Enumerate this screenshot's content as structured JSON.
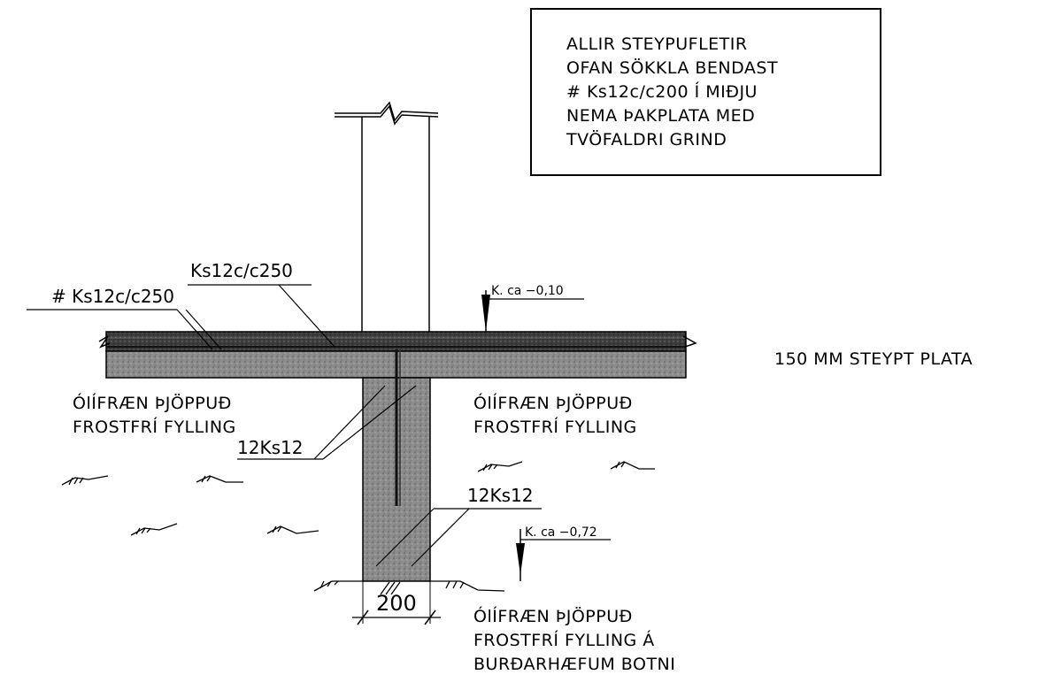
{
  "note_box": {
    "lines": [
      "ALLIR STEYPUFLETIR",
      "OFAN SÖKKLA BENDAST",
      "# Ks12c/c200 Í MIÐJU",
      "NEMA ÞAKPLATA MED",
      "TVÖFALDRI GRIND"
    ]
  },
  "labels": {
    "mesh_top": "Ks12c/c250",
    "mesh_slab": "# Ks12c/c250",
    "level_top": "K. ca  −0,10",
    "slab_desc": "150 MM STEYPT PLATA",
    "fill_left_1": "ÓlÍFRÆN ÞJÖPPUÐ",
    "fill_left_2": "FROSTFRÍ FYLLING",
    "fill_right_1": "ÓlÍFRÆN ÞJÖPPUÐ",
    "fill_right_2": "FROSTFRÍ FYLLING",
    "bars_upper": "12Ks12",
    "bars_lower": "12Ks12",
    "level_bottom": "K. ca  −0,72",
    "width_dim": "200",
    "base_1": "ÓlÍFRÆN ÞJÖPPUÐ",
    "base_2": "FROSTFRÍ FYLLING Á",
    "base_3": "BURÐARHÆFUM BOTNI"
  },
  "colors": {
    "ink": "#000000",
    "concrete_dark": "#3a3a3a",
    "concrete_light": "#9a9a9a",
    "paper": "#ffffff"
  }
}
